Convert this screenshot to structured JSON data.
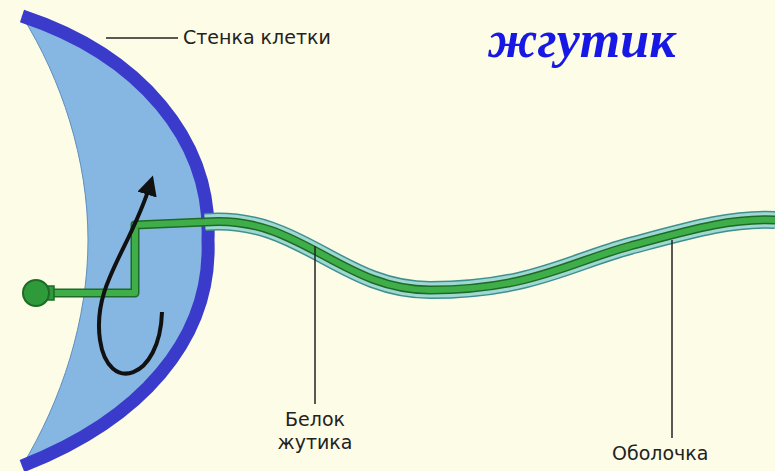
{
  "diagram": {
    "title": "жгутик",
    "labels": [
      "Стенка клетки",
      "Белок жутика",
      "Оболочка"
    ]
  }
}
